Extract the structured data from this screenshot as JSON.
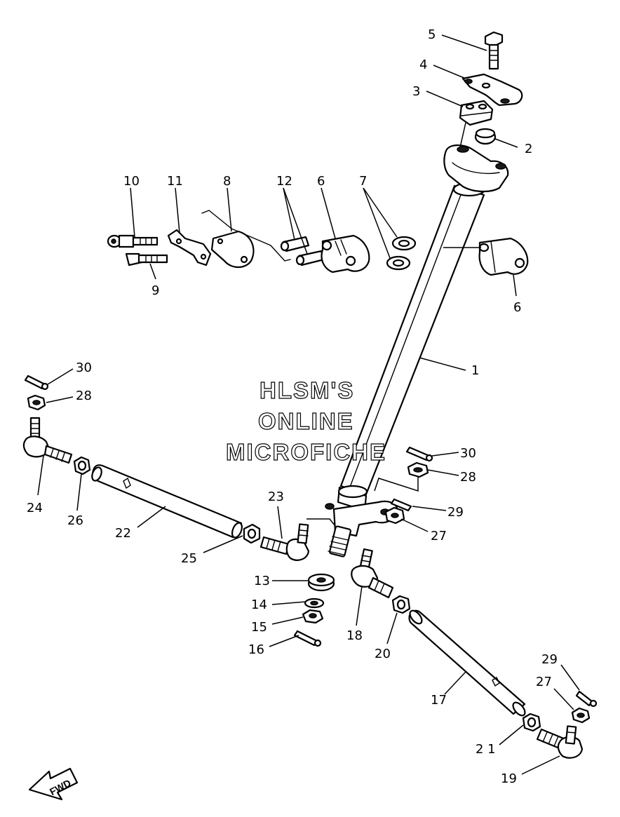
{
  "watermark": {
    "line1": "HLSM'S",
    "line2": "ONLINE",
    "line3": "MICROFICHE"
  },
  "fwd_label": "FWD",
  "callouts": {
    "c1": "1",
    "c2": "2",
    "c3": "3",
    "c4": "4",
    "c5": "5",
    "c6a": "6",
    "c6b": "6",
    "c7": "7",
    "c8": "8",
    "c9": "9",
    "c10": "10",
    "c11": "11",
    "c12": "12",
    "c13": "13",
    "c14": "14",
    "c15": "15",
    "c16": "16",
    "c17": "17",
    "c18": "18",
    "c19": "19",
    "c20": "20",
    "c21": "2 1",
    "c22": "22",
    "c23": "23",
    "c24": "24",
    "c25": "25",
    "c26": "26",
    "c27a": "27",
    "c27b": "27",
    "c28a": "28",
    "c28b": "28",
    "c29a": "29",
    "c29b": "29",
    "c30a": "30",
    "c30b": "30"
  }
}
